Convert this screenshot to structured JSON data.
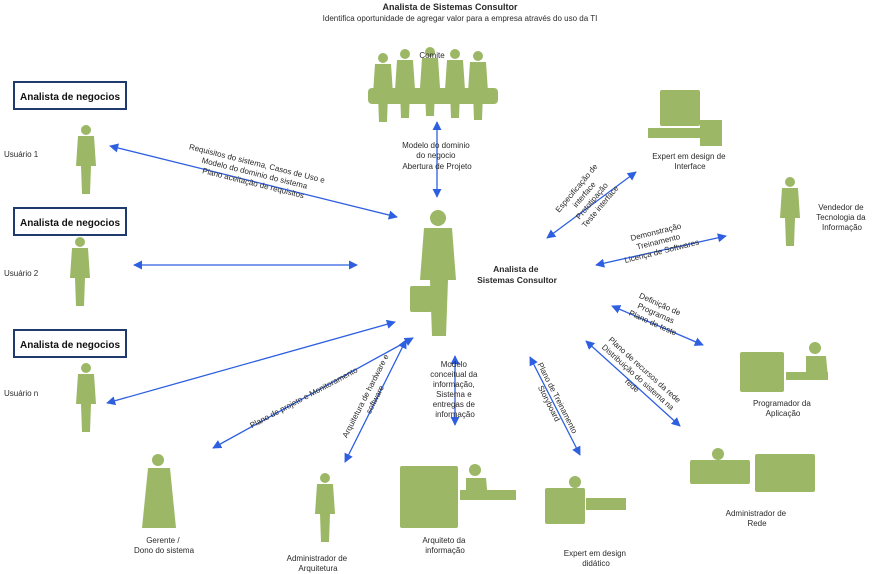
{
  "title": "Analista de Sistemas Consultor",
  "subtitle": "Identifica oportunidade de agregar valor para a empresa através do uso da TI",
  "center_label": [
    "Analista de",
    "Sistemas Consultor"
  ],
  "business_box_label": "Analista de negocios",
  "actors": {
    "comite": "Comite",
    "usuario1": "Usuário 1",
    "usuario2": "Usuário 2",
    "usuarion": "Usuário n",
    "expert_interface": [
      "Expert em design de",
      "Interface"
    ],
    "vendedor": [
      "Vendedor de",
      "Tecnologia da",
      "Informação"
    ],
    "programador": [
      "Programador da",
      "Aplicação"
    ],
    "admin_rede": [
      "Administrador de",
      "Rede"
    ],
    "expert_didatico": [
      "Expert em design",
      "didático"
    ],
    "arquiteto_info": [
      "Arquiteto da",
      "informação"
    ],
    "admin_arquitetura": [
      "Administrador de",
      "Arquitetura"
    ],
    "gerente": [
      "Gerente /",
      "Dono do sistema"
    ]
  },
  "flows": {
    "comite": [
      "Modelo do dominio",
      "do negocio",
      "Abertura de Projeto"
    ],
    "usuario1": [
      "Requisitos do sistema, Casos de Uso e",
      "Modelo do dominio do sistema",
      "Plano aceitação de requisitos"
    ],
    "expert_interface": [
      "Especificação de",
      "interface",
      "Prototipação",
      "Teste interface"
    ],
    "vendedor": [
      "Demonstração",
      "Treinamento",
      "Licença de Softwares"
    ],
    "programador": [
      "Definição de",
      "Programas",
      "Plano de teste"
    ],
    "admin_rede": [
      "Plano de recursos da rede",
      "Distribuição do sistema na",
      "rede"
    ],
    "expert_didatico": [
      "Plano de Treinamento",
      "Storyboard"
    ],
    "arquiteto_info": [
      "Modelo",
      "conceitual da",
      "informação,",
      "Sistema e",
      "entregas de",
      "informação"
    ],
    "admin_arquitetura": [
      "Arquitetura de hardware e",
      "software"
    ],
    "gerente": [
      "Plano de projeto e Monitoramento"
    ]
  },
  "colors": {
    "figure": "#9cb866",
    "arrow": "#2d5fe0",
    "box_border": "#1e3a6e"
  }
}
